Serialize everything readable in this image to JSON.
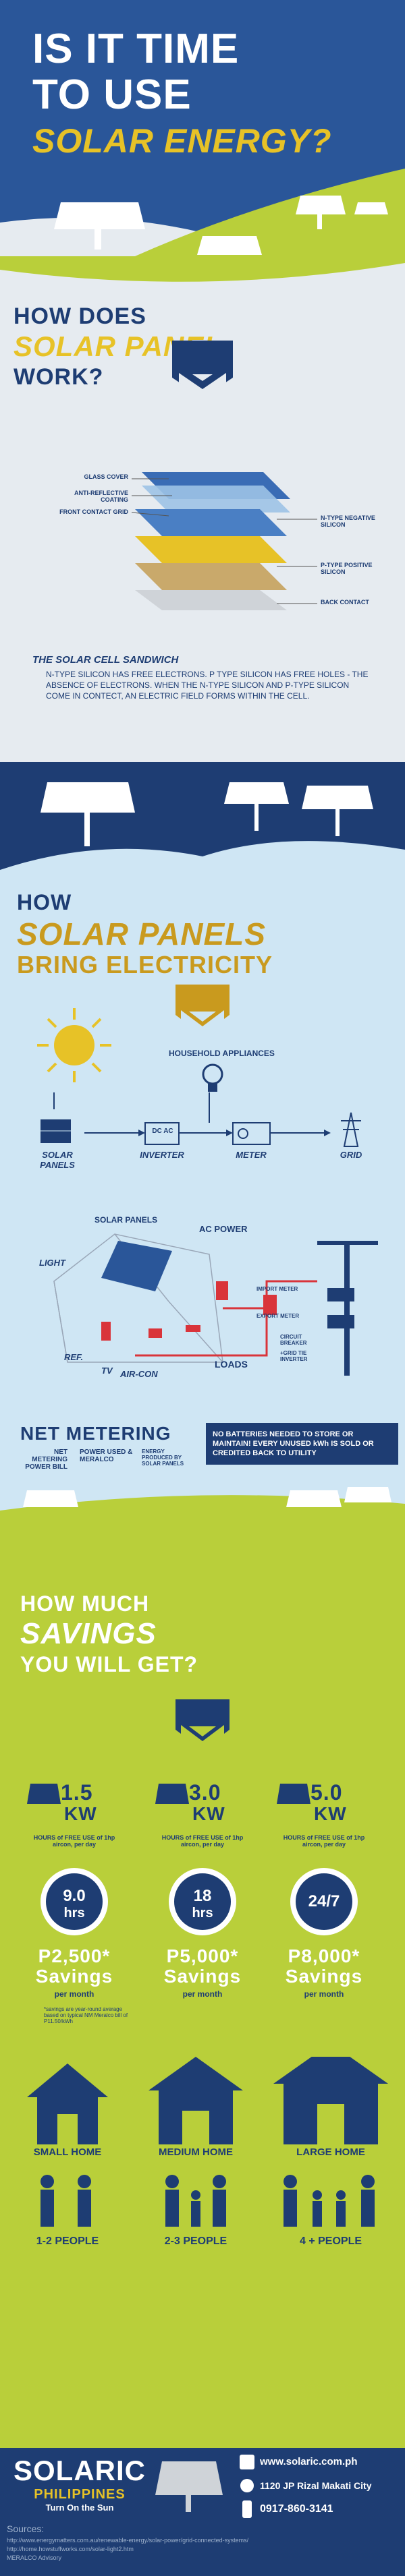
{
  "hero": {
    "line1": "IS IT TIME",
    "line2": "TO USE",
    "line3": "SOLAR ENERGY?"
  },
  "how_work": {
    "title1": "HOW DOES",
    "title2": "SOLAR PANEL",
    "title3": "WORK?",
    "labels_left": [
      "GLASS COVER",
      "ANTI-REFLECTIVE COATING",
      "FRONT CONTACT GRID"
    ],
    "labels_right": [
      "N-TYPE NEGATIVE SILICON",
      "P-TYPE POSITIVE SILICON",
      "BACK CONTACT"
    ],
    "sandwich_title": "THE SOLAR CELL SANDWICH",
    "sandwich_text": "N-TYPE SILICON HAS FREE ELECTRONS. P TYPE SILICON HAS FREE HOLES - THE ABSENCE OF ELECTRONS. WHEN THE N-TYPE SILICON AND P-TYPE SILICON COME IN CONTECT, AN ELECTRIC FIELD FORMS WITHIN THE CELL."
  },
  "bring": {
    "title1": "HOW",
    "title2": "SOLAR PANELS",
    "title3": "BRING ELECTRICITY",
    "appliances": "HOUSEHOLD APPLIANCES",
    "flow": [
      "SOLAR PANELS",
      "INVERTER",
      "METER",
      "GRID"
    ],
    "inverter_text": "DC AC",
    "house_labels": {
      "solar_panels": "SOLAR PANELS",
      "ac_power": "AC POWER",
      "light": "LIGHT",
      "import_meter": "IMPORT METER",
      "export_meter": "EXPORT METER",
      "circuit_breaker": "CIRCUIT BREAKER",
      "grid_tie": "+GRID TIE INVERTER",
      "loads": "LOADS",
      "ref": "REF.",
      "tv": "TV",
      "aircon": "AIR-CON"
    },
    "net_metering": {
      "title": "NET METERING",
      "eq_left": "NET METERING POWER BILL",
      "eq_mid": "POWER USED & MERALCO",
      "eq_right": "ENERGY PRODUCED BY SOLAR PANELS",
      "note": "NO BATTERIES NEEDED TO STORE OR MAINTAIN! EVERY UNUSED kWh IS SOLD OR CREDITED BACK TO UTILITY"
    }
  },
  "savings": {
    "title1": "HOW MUCH",
    "title2": "SAVINGS",
    "title3": "YOU WILL GET?",
    "columns": [
      {
        "kw": "1.5",
        "unit": "KW",
        "hours": "HOURS of FREE USE of 1hp aircon, per day",
        "circle": "9.0",
        "circle_unit": "hrs",
        "amount": "P2,500*",
        "savings": "Savings",
        "per": "per month"
      },
      {
        "kw": "3.0",
        "unit": "KW",
        "hours": "HOURS of FREE USE of 1hp aircon, per day",
        "circle": "18",
        "circle_unit": "hrs",
        "amount": "P5,000*",
        "savings": "Savings",
        "per": "per month"
      },
      {
        "kw": "5.0",
        "unit": "KW",
        "hours": "HOURS of FREE USE of 1hp aircon, per day",
        "circle": "24/7",
        "circle_unit": "",
        "amount": "P8,000*",
        "savings": "Savings",
        "per": "per month"
      }
    ],
    "footnote": "*savings are year-round average based on typical NM Meralco bill of P11.50/kWh",
    "homes": [
      {
        "name": "SMALL HOME",
        "people": "1-2 PEOPLE"
      },
      {
        "name": "MEDIUM HOME",
        "people": "2-3 PEOPLE"
      },
      {
        "name": "LARGE HOME",
        "people": "4 + PEOPLE"
      }
    ]
  },
  "footer": {
    "brand": "SOLARIC",
    "brand_sub": "PHILIPPINES",
    "tagline": "Turn On the Sun",
    "website": "www.solaric.com.ph",
    "address": "1120 JP Rizal Makati City",
    "phone": "0917-860-3141",
    "sources_title": "Sources:",
    "sources": [
      "http://www.energymatters.com.au/renewable-energy/solar-power/grid-connected-systems/",
      "http://home.howstuffworks.com/solar-light2.htm",
      "MERALCO Advisory"
    ]
  },
  "colors": {
    "navy": "#1e3d73",
    "dark_blue": "#1f4a86",
    "yellow": "#e7c227",
    "gold": "#c99a1e",
    "light_blue": "#cfe6f4",
    "green": "#b9cf3a",
    "red": "#d9343a"
  }
}
